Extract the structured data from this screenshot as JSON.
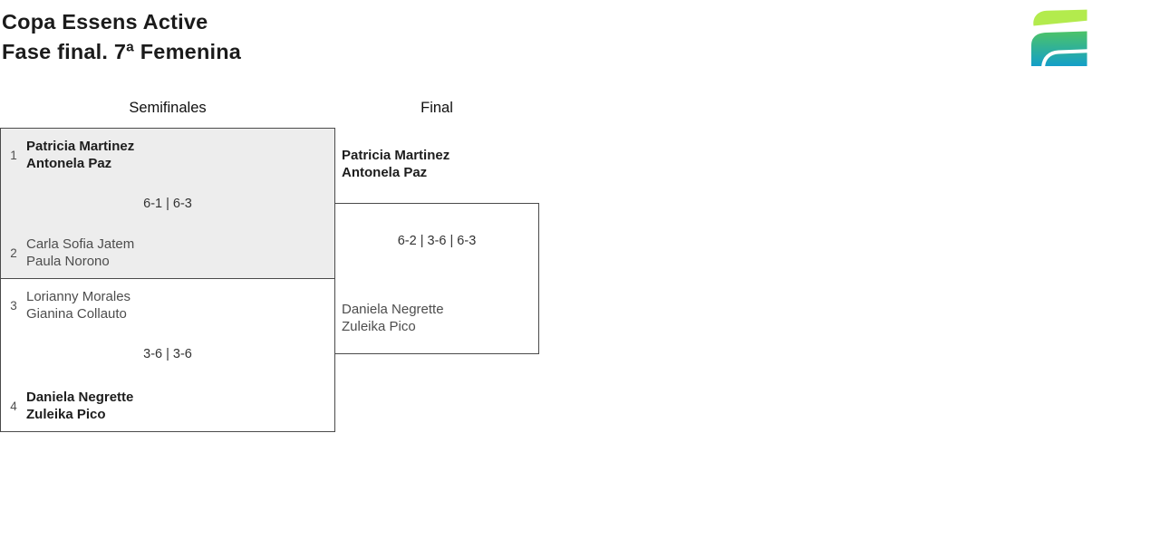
{
  "header": {
    "title_line1": "Copa Essens Active",
    "title_line2": "Fase final. 7ª Femenina"
  },
  "logo": {
    "name": "essens-active-logo",
    "colors": {
      "lime": "#b3eb4d",
      "green": "#4cc368",
      "teal": "#149fc9"
    }
  },
  "columns": {
    "semifinals_label": "Semifinales",
    "final_label": "Final"
  },
  "matches": {
    "semifinal1": {
      "seed_top": "1",
      "team_top_line1": "Patricia Martinez",
      "team_top_line2": "Antonela Paz",
      "score": "6-1 | 6-3",
      "seed_bottom": "2",
      "team_bottom_line1": "Carla Sofia Jatem",
      "team_bottom_line2": "Paula Norono"
    },
    "semifinal2": {
      "seed_top": "3",
      "team_top_line1": "Lorianny Morales",
      "team_top_line2": "Gianina Collauto",
      "score": "3-6 | 3-6",
      "seed_bottom": "4",
      "team_bottom_line1": "Daniela Negrette",
      "team_bottom_line2": "Zuleika Pico"
    },
    "final": {
      "team_top_line1": "Patricia Martinez",
      "team_top_line2": "Antonela Paz",
      "score": "6-2 | 3-6 | 6-3",
      "team_bottom_line1": "Daniela Negrette",
      "team_bottom_line2": "Zuleika Pico"
    }
  },
  "colors": {
    "box_fill_gray": "#ededed",
    "border": "#4a4a4a",
    "winner_text": "#1d1d1d",
    "loser_text": "#4d4d4d"
  }
}
